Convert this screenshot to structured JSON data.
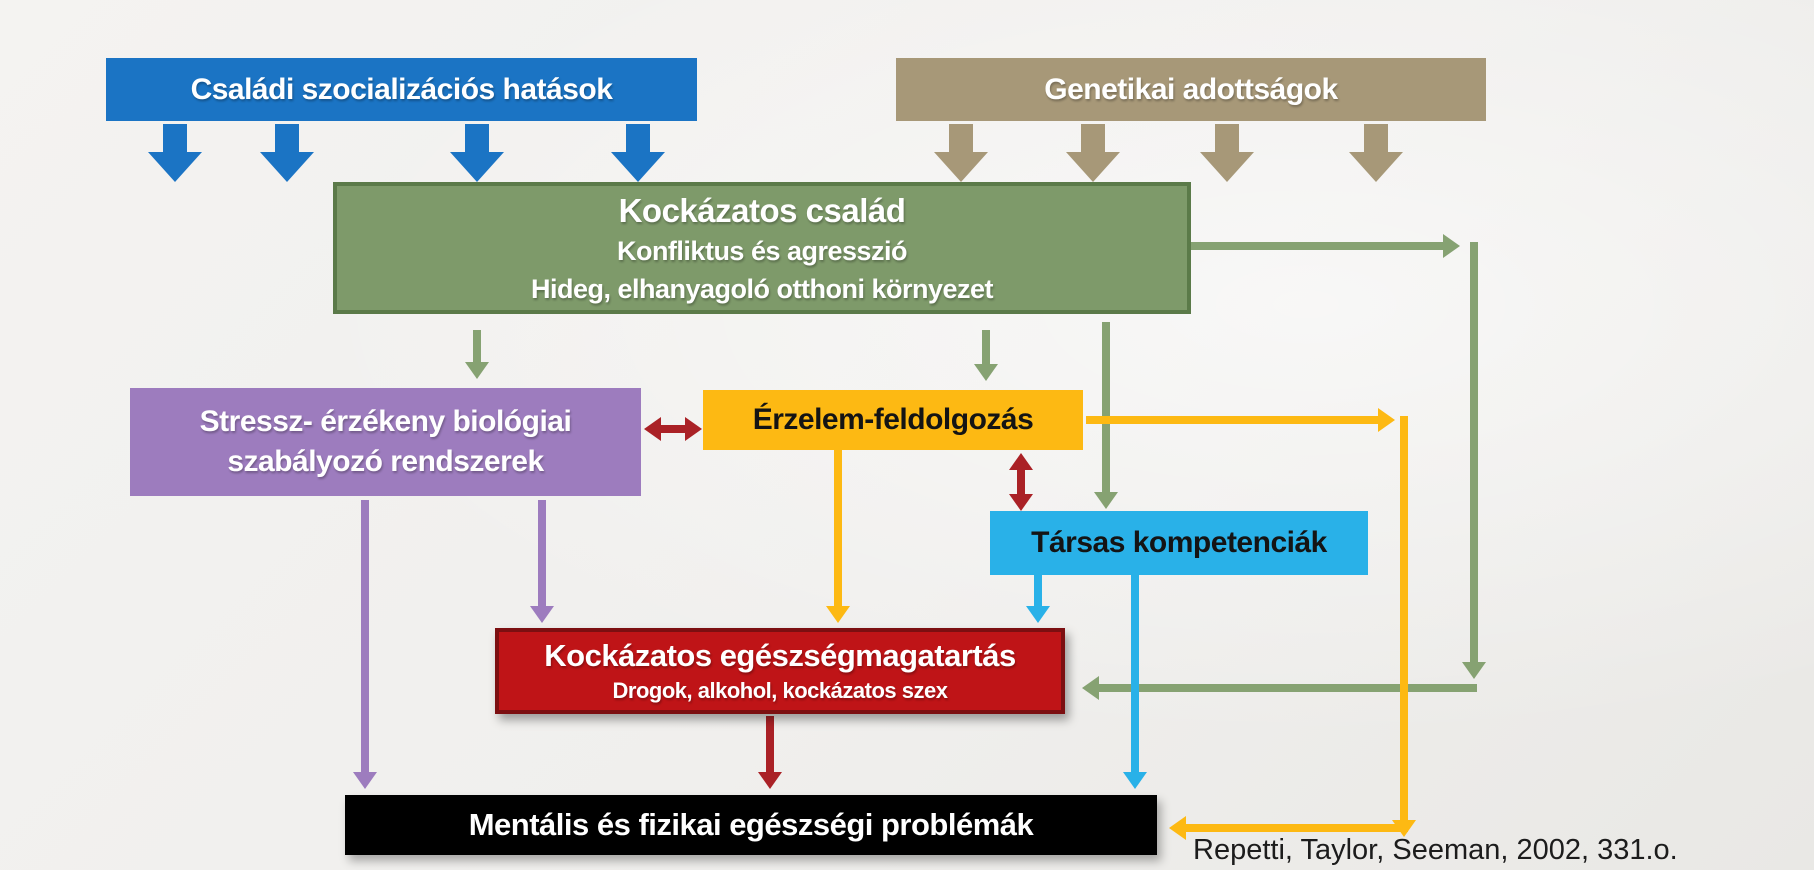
{
  "slide": {
    "citation": "Repetti, Taylor, Seeman, 2002, 331.o."
  },
  "colors": {
    "bg": "#f0efed",
    "blue": "#1b74c4",
    "tan": "#a79878",
    "green-fill": "#7e9a6a",
    "green-border": "#5b7a49",
    "green-arrow": "#86a272",
    "purple": "#9d7cbe",
    "yellow": "#fdb913",
    "cyan": "#29b1e8",
    "red-fill": "#bf1417",
    "red-border": "#7c0f11",
    "red-arrow": "#aa2126",
    "black": "#000000",
    "ink": "#141414"
  },
  "boxes": {
    "family": {
      "label": "Családi szocializációs hatások"
    },
    "genetic": {
      "label": "Genetikai adottságok"
    },
    "risky_family": {
      "title": "Kockázatos család",
      "line2": "Konfliktus és agresszió",
      "line3": "Hideg, elhanyagoló otthoni környezet"
    },
    "stress": {
      "line1": "Stressz- érzékeny biológiai",
      "line2": "szabályozó rendszerek"
    },
    "emotion": {
      "label": "Érzelem-feldolgozás"
    },
    "social": {
      "label": "Társas kompetenciák"
    },
    "risky_health": {
      "title": "Kockázatos egészségmagatartás",
      "subtitle": "Drogok, alkohol, kockázatos szex"
    },
    "problems": {
      "label": "Mentális és fizikai egészségi problémák"
    }
  },
  "edges": [
    {
      "from": "Családi szocializációs hatások",
      "to": "Kockázatos család",
      "color": "blue",
      "style": "block-arrows",
      "count": 4
    },
    {
      "from": "Genetikai adottságok",
      "to": "Kockázatos család",
      "color": "tan",
      "style": "block-arrows",
      "count": 4
    },
    {
      "from": "Kockázatos család",
      "to": "Stressz- érzékeny biológiai szabályozó rendszerek",
      "color": "green"
    },
    {
      "from": "Kockázatos család",
      "to": "Érzelem-feldolgozás",
      "color": "green"
    },
    {
      "from": "Kockázatos család",
      "to": "Társas kompetenciák",
      "color": "green"
    },
    {
      "from": "Kockázatos család",
      "to": "Kockázatos egészségmagatartás",
      "color": "green",
      "route": "right-elbow"
    },
    {
      "from": "Stressz- érzékeny biológiai szabályozó rendszerek",
      "to": "Érzelem-feldolgozás",
      "color": "red",
      "bidirectional": true
    },
    {
      "from": "Érzelem-feldolgozás",
      "to": "Társas kompetenciák",
      "color": "red",
      "bidirectional": true
    },
    {
      "from": "Érzelem-feldolgozás",
      "to": "Kockázatos egészségmagatartás",
      "color": "yellow"
    },
    {
      "from": "Érzelem-feldolgozás",
      "to": "Mentális és fizikai egészségi problémák",
      "color": "yellow",
      "route": "right-elbow"
    },
    {
      "from": "Stressz- érzékeny biológiai szabályozó rendszerek",
      "to": "Kockázatos egészségmagatartás",
      "color": "purple"
    },
    {
      "from": "Stressz- érzékeny biológiai szabályozó rendszerek",
      "to": "Mentális és fizikai egészségi problémák",
      "color": "purple"
    },
    {
      "from": "Társas kompetenciák",
      "to": "Kockázatos egészségmagatartás",
      "color": "cyan"
    },
    {
      "from": "Társas kompetenciák",
      "to": "Mentális és fizikai egészségi problémák",
      "color": "cyan"
    },
    {
      "from": "Kockázatos egészségmagatartás",
      "to": "Mentális és fizikai egészségi problémák",
      "color": "red"
    }
  ]
}
